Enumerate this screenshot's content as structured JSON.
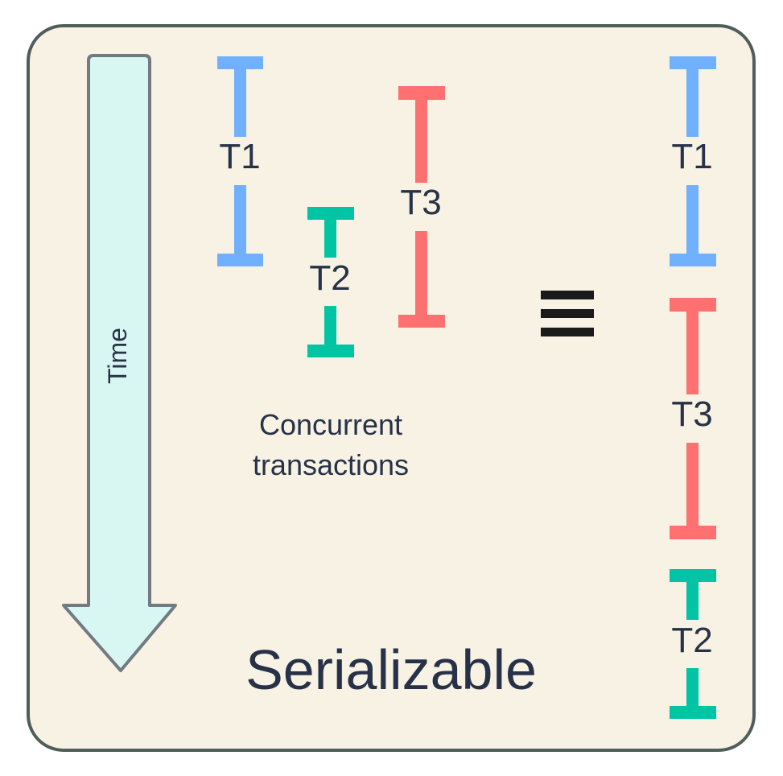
{
  "time_label": "Time",
  "caption": {
    "line1": "Concurrent",
    "line2": "transactions"
  },
  "equivalence_symbol": "≡",
  "title": "Serializable",
  "concurrent": {
    "t1": {
      "label": "T1",
      "color": "#70b0ff"
    },
    "t2": {
      "label": "T2",
      "color": "#00c4a4"
    },
    "t3": {
      "label": "T3",
      "color": "#ff7070"
    }
  },
  "serial": {
    "t1": {
      "label": "T1",
      "color": "#70b0ff"
    },
    "t3": {
      "label": "T3",
      "color": "#ff7070"
    },
    "t2": {
      "label": "T2",
      "color": "#00c4a4"
    }
  },
  "colors": {
    "panel_fill": "#f7f2e3",
    "panel_border": "#4f5d5b",
    "arrow_fill": "#d9f7f2",
    "arrow_border": "#737a82",
    "text": "#273248",
    "symbol": "#1a1a1a"
  }
}
